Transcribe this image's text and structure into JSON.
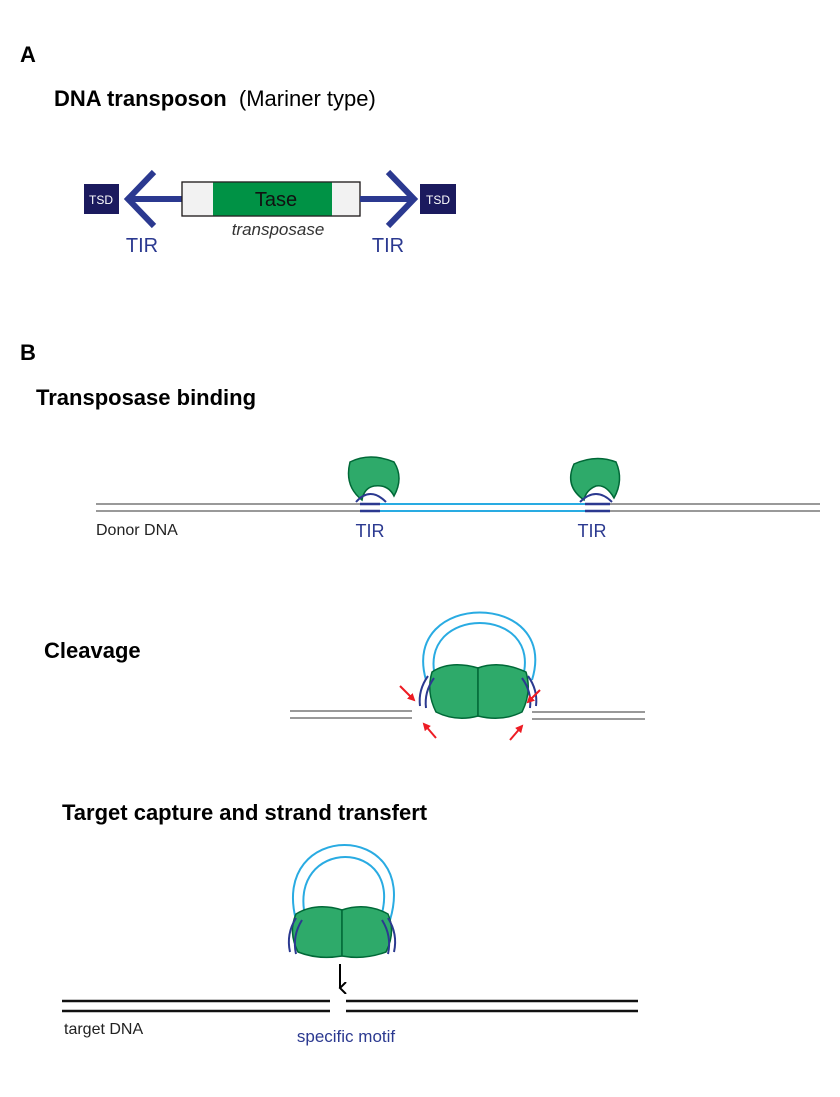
{
  "panel_a": {
    "letter": "A",
    "title": "DNA transposon",
    "subtitle": "(Mariner type)",
    "tsd_left": "TSD",
    "tsd_right": "TSD",
    "gene": "Tase",
    "gene_desc": "transposase",
    "tir_left": "TIR",
    "tir_right": "TIR"
  },
  "panel_b": {
    "letter": "B",
    "binding_title": "Transposase binding",
    "donor_label": "Donor DNA",
    "tir_left": "TIR",
    "tir_right": "TIR",
    "cleavage_title": "Cleavage",
    "capture_title": "Target capture and strand transfert",
    "target_label": "target DNA",
    "motif_label": "specific motif"
  },
  "colors": {
    "navy": "#2b3990",
    "tsd": "#1b1a5e",
    "green": "#2eaa6a",
    "green_dark": "#006837",
    "gene_green": "#009245",
    "light_blue": "#29abe2",
    "gray": "#999999",
    "red": "#ed1c24"
  }
}
